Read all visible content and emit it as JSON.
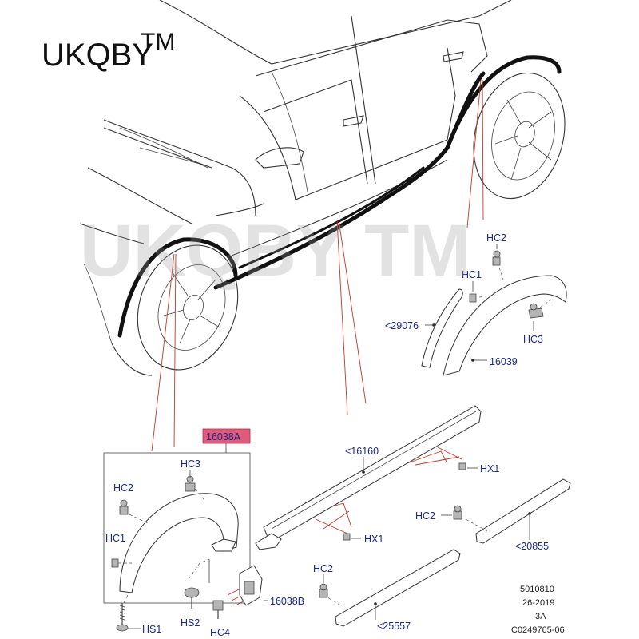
{
  "brand": {
    "logo": "UKQBY",
    "trademark": "TM",
    "watermark": "UKQBY TM"
  },
  "labels": {
    "hc2_top": "HC2",
    "hc1_top": "HC1",
    "hc3_top": "HC3",
    "p29076": "<29076",
    "p16039": "16039",
    "p16038A": "16038A",
    "hc3_box": "HC3",
    "hc2_box": "HC2",
    "hc1_box": "HC1",
    "hs1": "HS1",
    "hs2": "HS2",
    "hc4": "HC4",
    "p16038B": "16038B",
    "p16160": "<16160",
    "hx1_a": "HX1",
    "hx1_b": "HX1",
    "hc2_sill": "HC2",
    "p20855": "<20855",
    "hc2_low": "HC2",
    "p25557": "<25557"
  },
  "footer": {
    "line1": "5010810",
    "line2": "26-2019",
    "line3": "3A",
    "line4": "C0249765-06"
  },
  "colors": {
    "label_blue": "#1b2a8c",
    "callout_red": "#c0392b",
    "highlight_pink": "#e05a7a"
  }
}
